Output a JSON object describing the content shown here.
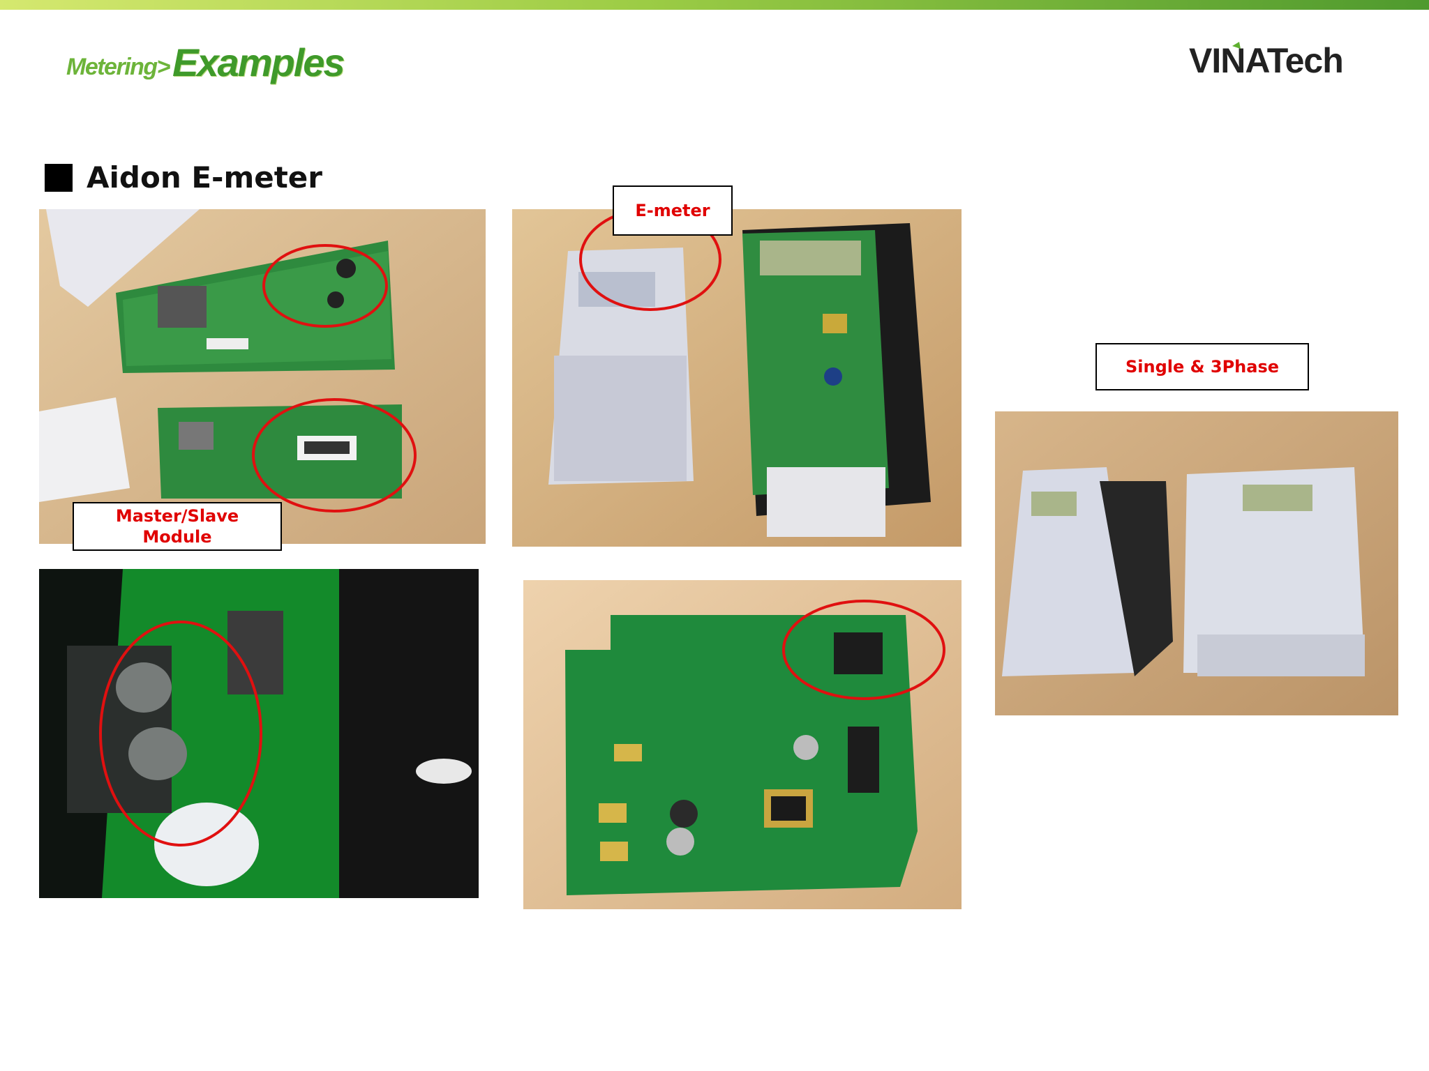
{
  "header": {
    "title_small": "Metering>",
    "title_big": "Examples",
    "logo_text": "VINATech",
    "brand_colors": {
      "primary_green": "#3f9a2a",
      "light_green": "#9ccc45",
      "callout_red": "#e00000"
    }
  },
  "section": {
    "title": "Aidon E-meter"
  },
  "labels": {
    "emeter": "E-meter",
    "master_slave_line1": "Master/Slave",
    "master_slave_line2": "Module",
    "single_3phase": "Single & 3Phase"
  },
  "photos": [
    {
      "name": "photo-master-slave-boards",
      "description_icon": "pcb-photo"
    },
    {
      "name": "photo-emeter-open",
      "description_icon": "meter-photo"
    },
    {
      "name": "photo-capacitors-closeup",
      "description_icon": "pcb-photo"
    },
    {
      "name": "photo-emeter-pcb",
      "description_icon": "pcb-photo"
    },
    {
      "name": "photo-single-3phase-meters",
      "description_icon": "meter-photo"
    }
  ]
}
